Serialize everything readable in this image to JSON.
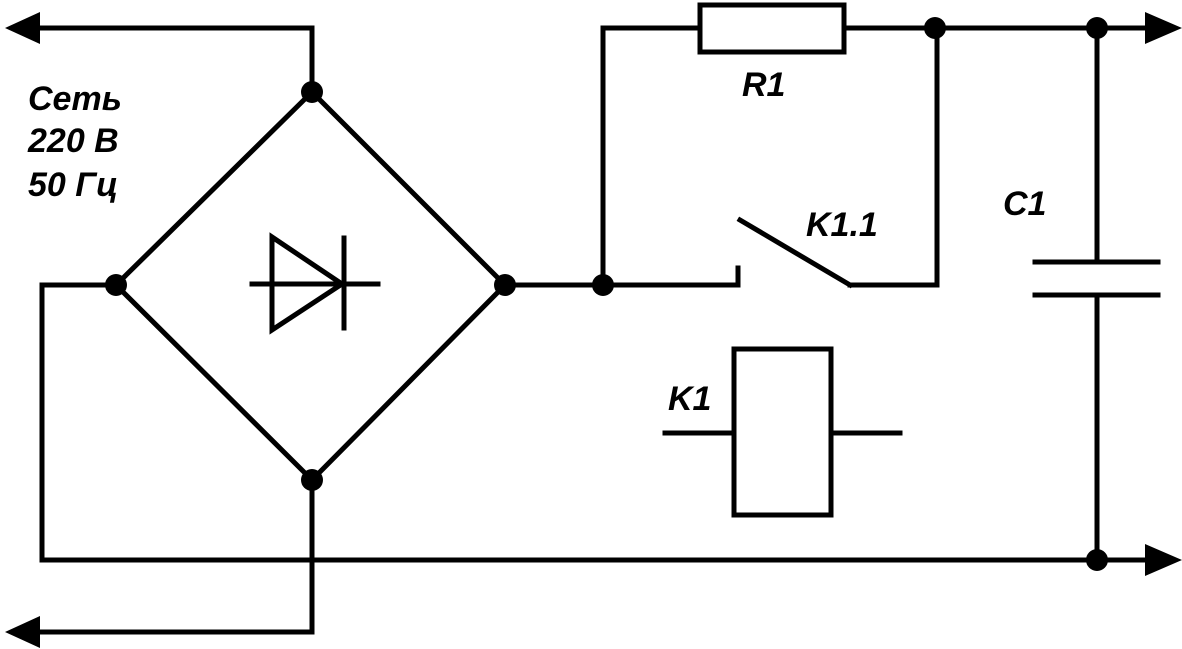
{
  "diagram": {
    "source": {
      "line1": "Сеть",
      "line2": "220 В",
      "line3": "50 Гц"
    },
    "components": {
      "resistor": "R1",
      "relay_contact": "K1.1",
      "capacitor": "C1",
      "relay_coil": "K1"
    }
  }
}
